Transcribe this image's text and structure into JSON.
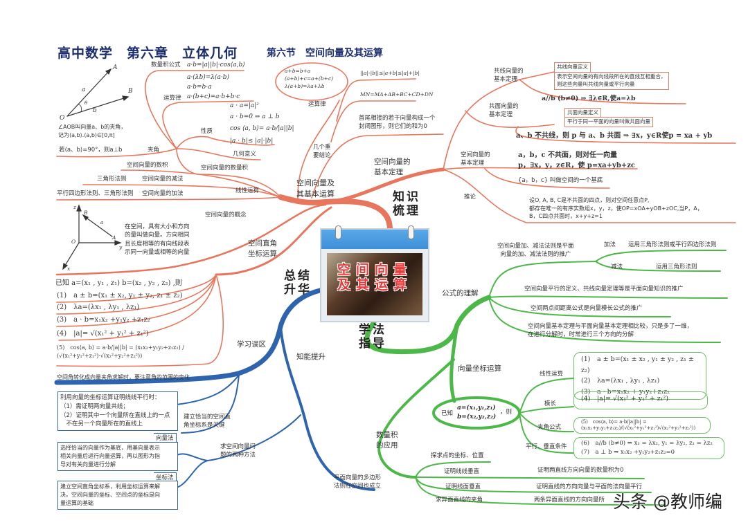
{
  "header": {
    "title": "高中数学　第六章　立体几何",
    "subtitle": "第六节　空间向量及其运算"
  },
  "center": {
    "text": "空间向量\n及其运算"
  },
  "colors": {
    "knowledge": "#e8765c",
    "summary": "#2d64ad",
    "method": "#4cb848",
    "title": "#1c2d6e"
  },
  "hubs": {
    "knowledge": "知识\n梳理",
    "summary": "总结\n升华",
    "method": "学法\n指导"
  },
  "knowledge": {
    "basic_ops": "空间向量及\n其基本运算",
    "dot_formula_label": "数量积公式",
    "dot_formula": "a·b=|a||b|·cos⟨a,b⟩",
    "laws_label": "运算律",
    "laws": [
      "a·(λb)=λ(a·b)",
      "a·b=b·a",
      "a·(b+c)=a·b+b·c"
    ],
    "properties_label": "性质",
    "properties": [
      "a · a=|a|²",
      "a · b=0 ⇒ a ⊥ b",
      "cos ⟨a, b⟩= a·b/|a||b|",
      "|a · b|≤ |a|·|b|"
    ],
    "geometric_meaning": "几何意义",
    "angle_label": "夹角",
    "angle_note": "∠AOB叫向量a、b的夹角，\n记为⟨a,b⟩.⟨a,b⟩∈[0,π]",
    "perpendicular_note": "若⟨a、b⟩=90°，则a⊥b",
    "angle_diagram": {
      "A": "A",
      "B": "B",
      "O": "O",
      "a": "a",
      "b": "b",
      "theta": "θ"
    },
    "scalar_product": "空间向量的数积",
    "dot_product": "空间向量的数量积",
    "subtraction_rule": "三角形法则",
    "subtraction": "空间向量的减法",
    "addition_rule": "平行四边形法则、三角形法则",
    "addition": "空间向量的加法",
    "linear_ops": "线性运算",
    "laws_ellipse": [
      "a+b=b+a",
      "(a+b)+c=a+(b+c)",
      "λ(a+b)=λa+λb"
    ],
    "laws_label2": "运算律",
    "conclusions_label": "几个重\n要结论",
    "conclusions": [
      "||a|-|b||≤|a+b|≤|a|+|b|",
      "MN=MA+AB+BC+CD+DN",
      "首尾相接的若干向量构成一个\n封闭图形，则它们的和为0"
    ],
    "basic_theorem": "空间向量的\n基本定理",
    "collinear_theorem": "共线向量的\n基本定理",
    "collinear_def_tab": "共线向量定义",
    "collinear_def": "表示空间向量的有向线段所在的直线互相重合，\n则这些向量叫共线向量或平行向量",
    "collinear_formula": "a//b (b≠0) ⇒ ∃λ∈R,使a=λb",
    "coplanar_theorem": "共面向量的\n基本定理",
    "coplanar_def_tab": "共面向量定义",
    "coplanar_def": "平行于同一平面的向量叫做共面向量",
    "coplanar_formula": "a、b 不共线，则 p 与 a、b 共面 ⇒ ∃x，y∈R使p = xa + yb",
    "space_theorem": "空间向量的\n基本定理",
    "space_formula": "a，b，c 不共面，则对任一向量\np，∃x，y，z∈R，使 p=xa+yb+zc",
    "basis": "{a，b，c} 叫做空间的一个基底",
    "corollary_label": "推论",
    "corollary": "设O, A, B, C是不共面的四点，则对空间任意点P,\n都存在唯一的有序实数组x，y，z，使OP=xOA+yOB+zOC,当P，A，\nB，C四点共面时，x+y+z=1",
    "concept_label": "空间向量的概念",
    "concept": "在空间，具有大小和方向\n的量叫做向量。方向相同\n且长度相等的有向线段表\n示同一向量或相等的向量",
    "axes_diagram": {
      "x": "x",
      "y": "y",
      "z": "z",
      "O": "O",
      "A": "A",
      "B": "B",
      "a": "a"
    },
    "coord_ops": "空间直角\n坐标运算",
    "given": "已知 a=(x₁ , y₁ , z₁) b=(x₂ , y₂ , z₂) ,则",
    "rows": [
      "(1)　a ± b=(x₁ ± x₂, y₁ ± y₂, z₁ ± z₂)",
      "(2)　λa=(λx₁ , λy₁ , λz₁)",
      "(3)　a · b=x₁x₂ +y₁y₂ +z₁z₂",
      "(4)　|a|= √(x₁² + y₁² + z₁²)",
      "(5)　cos⟨a, b⟩ = a·b/|a||b| = (x₁x₂+y₁y₂+z₁z₂) / (√(x₁²+y₁²+z₁²)·√(x₂²+y₂²+z₂²))"
    ]
  },
  "summary": {
    "pitfalls": "学习误区",
    "improve": "知能提升",
    "angle_note": "空间角转化成向量夹角求解时，要注意角的范围的变化",
    "parallel_box": "利用向量的坐标运算证明线线平行时：\n（1）需证明两向量共线；\n（2）证明其中一个向量所在直线上的一点\n　不在另一个向量所在的直线上",
    "key": "建立恰当的空间直\n角坐标系是关键",
    "vector_method_tab": "向量法",
    "vector_method": "选择恰当的向量作为基底，用基向量表示\n相关向量后进行向量运算，再以图形为指\n导对有关向量进行分解",
    "coord_method_tab": "坐标法",
    "coord_method": "建立空间直角坐标系，利用坐标运算来解\n决。空间向量的坐标、空间点的坐标是向\n量运算的基础",
    "two_methods": "求空间向量问\n题的两种方法",
    "polygon_rule": "平面向量的多边形\n法则在空间也成立"
  },
  "method": {
    "formula_understanding": "公式的理解",
    "add_sub": "空间向量加、减法法则是平面\n向量的加、减法法则的推广",
    "add_label": "加法",
    "add_rule": "运用三角形法则或平行四边形法则",
    "sub_label": "减法",
    "sub_rule": "运用三角形法则",
    "parallel_note": "空间向量平行的定义、共线向量定理等是平面向量知识的推广",
    "distance_note": "空间两点间距离公式是向量模长公式的推广",
    "basis_note": "空间向量基本定理与平面向量基本定理相比较，只是多了一维，\n在进行分解时，时常进行三个方向的分解",
    "coord_ops": "向量坐标运算",
    "given": "已知",
    "given_a": "a=(x₁,y₁,z₁)",
    "given_b": "b=(x₂,y₂,z₂)",
    "given_then": "，则",
    "linear_label": "线性运算",
    "linear_box": "(1)　a ± b=(x₁ ± x₂ , y₁ ± y₂ , z₁ ± z₂)\n(2)　λa=(λx₁ , λy₁ , λz₁)\n(3)　a · b=x₁x₂ + y₁y₂+z₁z₂",
    "length_label": "模长",
    "length_box": "(4)　|a|= √(x₁² + y₁² + z₁²)",
    "angle_label": "夹角公式",
    "angle_box": "(5)　cos⟨a, b⟩= a·b/|a||b| = (x₁x₂+y₁y₂+z₁z₂)/(√(x₁²+y₁²+z₁²)√(x₂²+y₂²+z₂²))",
    "cond_label": "平行、垂直条件",
    "cond_box": "(6)　a//b (b≠0) ⇒ x₁ = λx₂, y₁ = λy₂, z₁ = λz₂\n(7)　a ⊥ b ⇒ x₁x₂ +y₁y₂+z₁z₂=0",
    "dot_app": "数量积\n的应用",
    "find_point": "探求点的坐标、位置",
    "line_perp": "证明线线垂直",
    "line_perp_how": "证明两直线方向向量的数量积为0",
    "plane_perp": "证明线面垂直",
    "plane_perp_how": "证明直线的方向向量与平面的法向量平行",
    "skew_angle": "求异面直线的夹角",
    "skew_angle_how": "两条异面直线的方向向量所"
  },
  "watermark": "头条 @教师编"
}
